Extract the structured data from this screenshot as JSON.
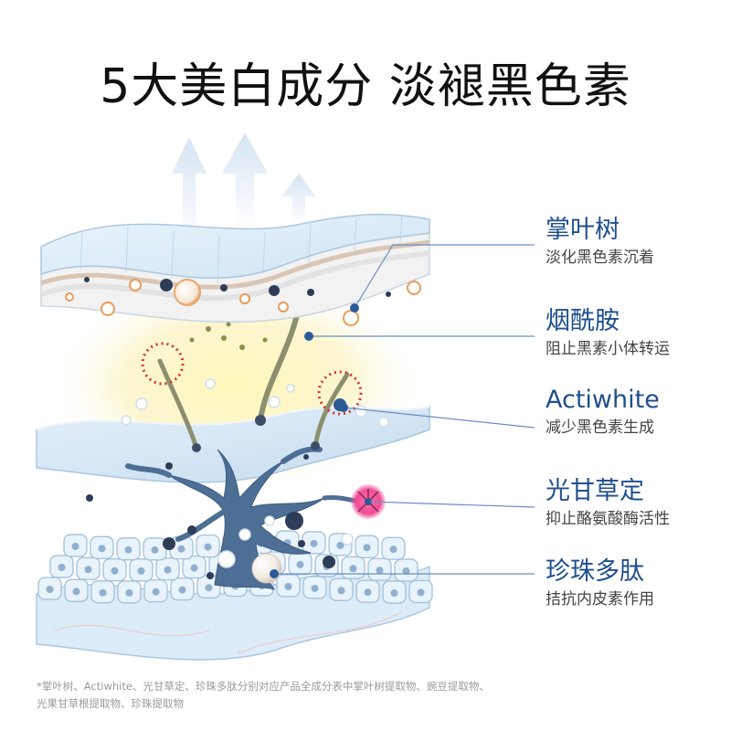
{
  "title": "5大美白成分 淡褪黑色素",
  "labels": [
    {
      "title": "掌叶树",
      "desc": "淡化黑色素沉着"
    },
    {
      "title": "烟酰胺",
      "desc": "阻止黑素小体转运"
    },
    {
      "title": "Actiwhite",
      "desc": "减少黑色素生成"
    },
    {
      "title": "光甘草定",
      "desc": "抑止酪氨酸酶活性"
    },
    {
      "title": "珍珠多肽",
      "desc": "拮抗内皮素作用"
    }
  ],
  "footnote": {
    "line1": "*掌叶树、Actiwhite、光甘草定、珍珠多肽分别对应产品全成分表中掌叶树提取物、豌豆提取物、",
    "line2": "光果甘草根提取物、珍珠提取物"
  },
  "colors": {
    "label_title": "#1f4f8c",
    "leader_line": "#6a8fc0",
    "dot": "#2a5a9a"
  }
}
